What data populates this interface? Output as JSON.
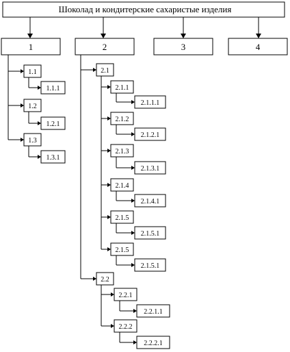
{
  "title": "Шоколад и кондитерские сахаристые изделия",
  "top_nodes": [
    "1",
    "2",
    "3",
    "4"
  ],
  "nodes": {
    "n1_1": "1.1",
    "n1_1_1": "1.1.1",
    "n1_2": "1.2",
    "n1_2_1": "1.2.1",
    "n1_3": "1.3",
    "n1_3_1": "1.3.1",
    "n2_1": "2.1",
    "n2_1_1": "2.1.1",
    "n2_1_1_1": "2.1.1.1",
    "n2_1_2": "2.1.2",
    "n2_1_2_1": "2.1.2.1",
    "n2_1_3": "2.1.3",
    "n2_1_3_1": "2.1.3.1",
    "n2_1_4": "2.1.4",
    "n2_1_4_1": "2.1.4.1",
    "n2_1_5a": "2.1.5",
    "n2_1_5_1a": "2.1.5.1",
    "n2_1_5b": "2.1.5",
    "n2_1_5_1b": "2.1.5.1",
    "n2_2": "2.2",
    "n2_2_1": "2.2.1",
    "n2_2_1_1": "2.2.1.1",
    "n2_2_2": "2.2.2",
    "n2_2_2_1": "2.2.2.1"
  }
}
